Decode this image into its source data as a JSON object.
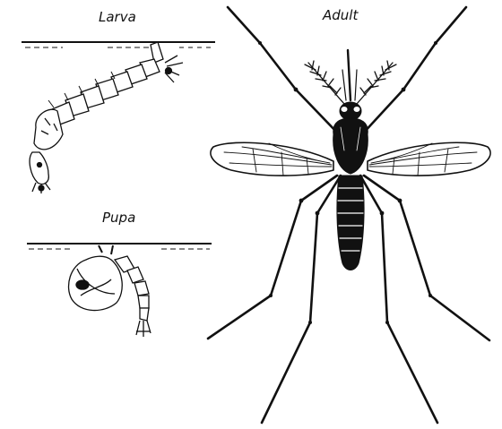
{
  "labels": {
    "larva": "Larva",
    "pupa": "Pupa",
    "adult": "Adult"
  },
  "colors": {
    "ink": "#111111",
    "paper": "#ffffff"
  }
}
